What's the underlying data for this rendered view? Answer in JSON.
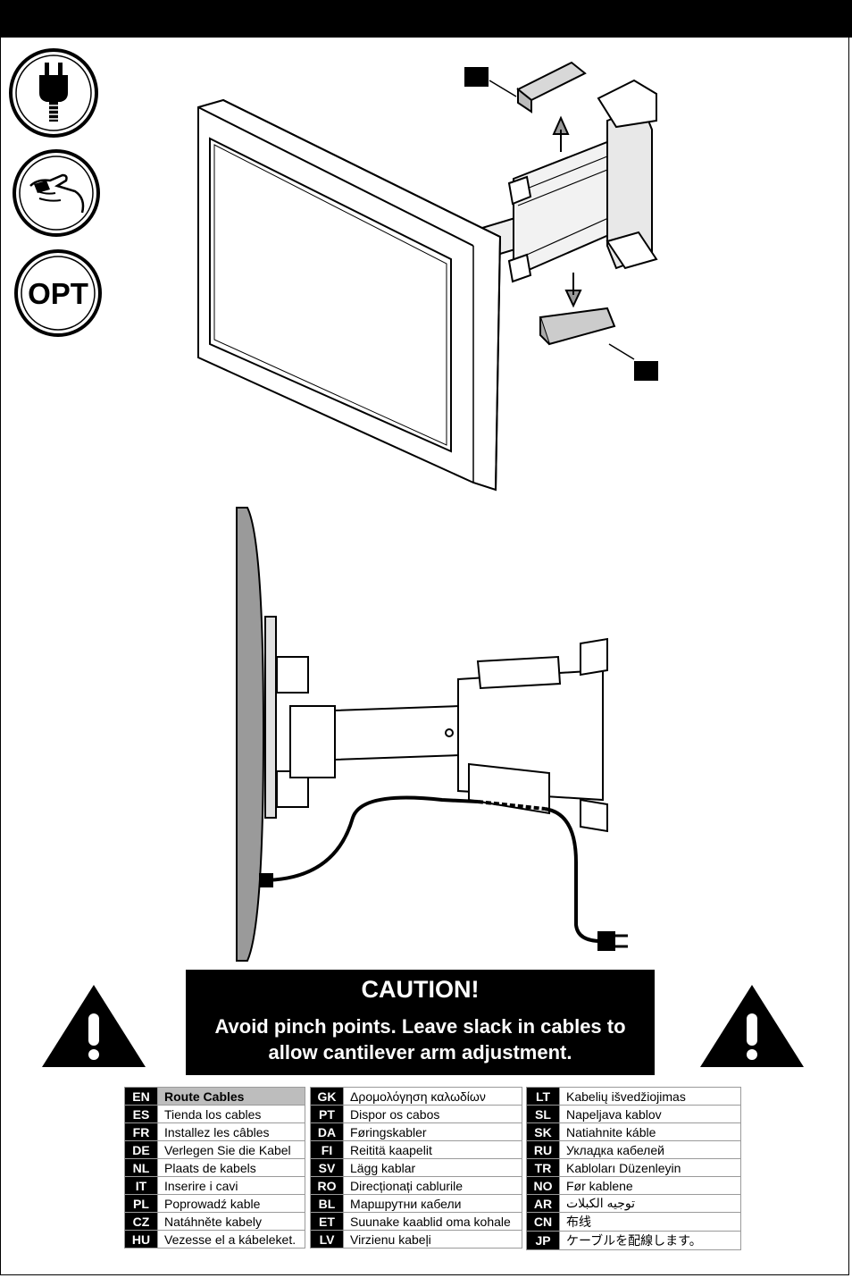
{
  "caution": {
    "title": "CAUTION!",
    "line1": "Avoid pinch points.  Leave slack in cables to",
    "line2": "allow cantilever arm adjustment."
  },
  "icons": {
    "power": "power-plug-icon",
    "hand": "hand-icon",
    "opt": "OPT"
  },
  "languages": {
    "col1": [
      {
        "code": "EN",
        "text": "Route Cables"
      },
      {
        "code": "ES",
        "text": "Tienda los cables"
      },
      {
        "code": "FR",
        "text": "Installez les câbles"
      },
      {
        "code": "DE",
        "text": "Verlegen Sie die Kabel"
      },
      {
        "code": "NL",
        "text": "Plaats de kabels"
      },
      {
        "code": "IT",
        "text": "Inserire i cavi"
      },
      {
        "code": "PL",
        "text": "Poprowadź kable"
      },
      {
        "code": "CZ",
        "text": "Natáhněte kabely"
      },
      {
        "code": "HU",
        "text": "Vezesse el a kábeleket."
      }
    ],
    "col2": [
      {
        "code": "GK",
        "text": "Δρομολόγηση καλωδίων"
      },
      {
        "code": "PT",
        "text": "Dispor os cabos"
      },
      {
        "code": "DA",
        "text": "Føringskabler"
      },
      {
        "code": "FI",
        "text": "Reititä kaapelit"
      },
      {
        "code": "SV",
        "text": "Lägg kablar"
      },
      {
        "code": "RO",
        "text": "Direcționați cablurile"
      },
      {
        "code": "BL",
        "text": "Маршрутни кабели"
      },
      {
        "code": "ET",
        "text": "Suunake kaablid oma kohale"
      },
      {
        "code": "LV",
        "text": "Virzienu kabeļi"
      }
    ],
    "col3": [
      {
        "code": "LT",
        "text": "Kabelių išvedžiojimas"
      },
      {
        "code": "SL",
        "text": "Napeljava kablov"
      },
      {
        "code": "SK",
        "text": "Natiahnite káble"
      },
      {
        "code": "RU",
        "text": "Укладка кабелей"
      },
      {
        "code": "TR",
        "text": "Kabloları Düzenleyin"
      },
      {
        "code": "NO",
        "text": "Før kablene"
      },
      {
        "code": "AR",
        "text": "توجيه الكبلات"
      },
      {
        "code": "CN",
        "text": "布线"
      },
      {
        "code": "JP",
        "text": "ケーブルを配線します。"
      }
    ]
  }
}
